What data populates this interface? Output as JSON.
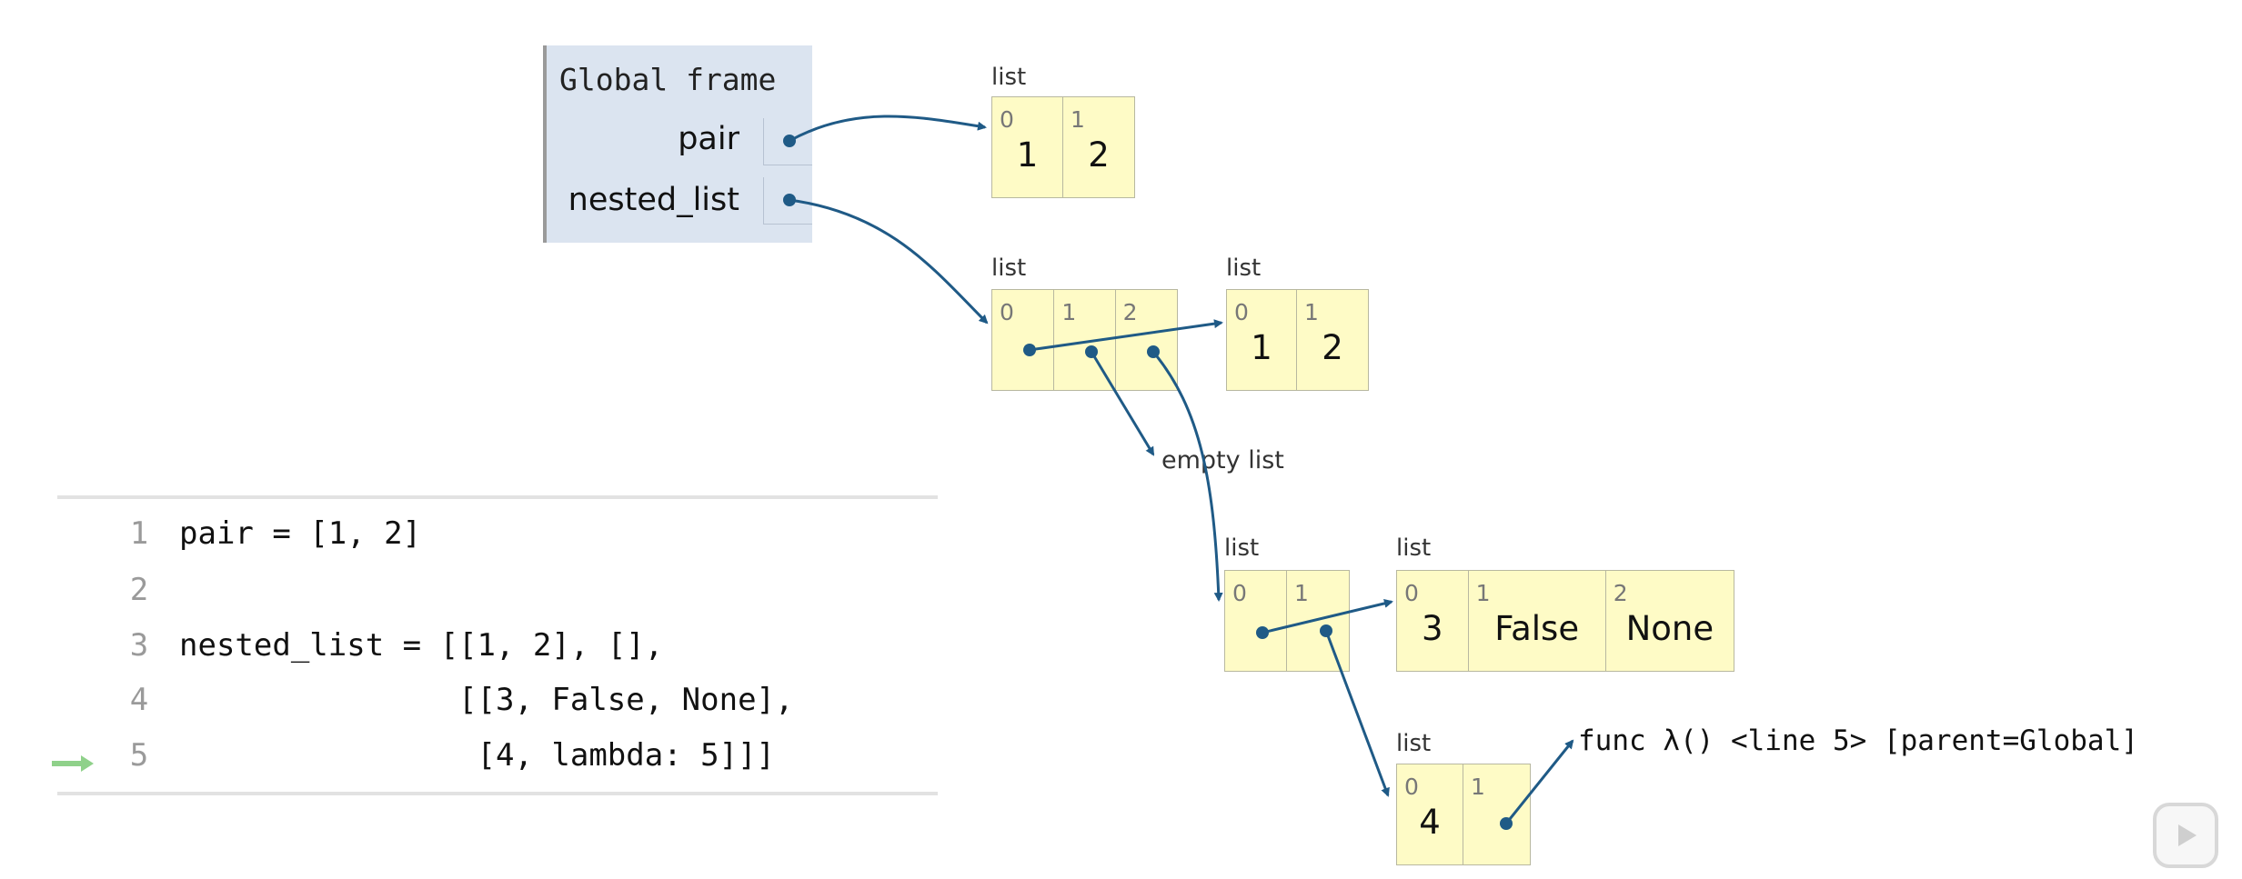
{
  "frame": {
    "title": "Global frame",
    "vars": [
      "pair",
      "nested_list"
    ]
  },
  "objects": {
    "type_label": "list",
    "pair": {
      "indices": [
        "0",
        "1"
      ],
      "values": [
        "1",
        "2"
      ]
    },
    "nested": {
      "indices": [
        "0",
        "1",
        "2"
      ],
      "values": [
        "",
        "",
        ""
      ]
    },
    "inner_pair": {
      "indices": [
        "0",
        "1"
      ],
      "values": [
        "1",
        "2"
      ]
    },
    "empty_label": "empty list",
    "sub": {
      "indices": [
        "0",
        "1"
      ],
      "values": [
        "",
        ""
      ]
    },
    "triple": {
      "indices": [
        "0",
        "1",
        "2"
      ],
      "values": [
        "3",
        "False",
        "None"
      ]
    },
    "last": {
      "indices": [
        "0",
        "1"
      ],
      "values": [
        "4",
        ""
      ]
    },
    "func_label": "func λ() <line 5> [parent=Global]"
  },
  "code": {
    "lines": [
      {
        "no": "1",
        "text": "pair = [1, 2]"
      },
      {
        "no": "2",
        "text": ""
      },
      {
        "no": "3",
        "text": "nested_list = [[1, 2], [],"
      },
      {
        "no": "4",
        "text": "               [[3, False, None],"
      },
      {
        "no": "5",
        "text": "                [4, lambda: 5]]]"
      }
    ],
    "current_line": "5"
  },
  "colors": {
    "frame_bg": "#dbe4f0",
    "cell_bg": "#fefbc6",
    "arrow": "#1f5a86",
    "line_marker": "#8fd18a"
  }
}
